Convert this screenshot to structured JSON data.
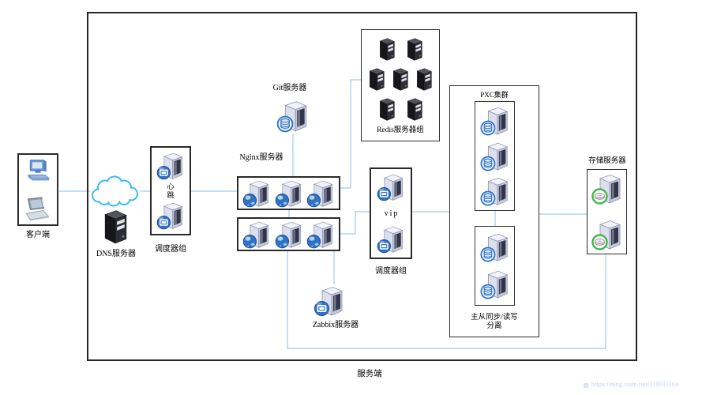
{
  "nodes": {
    "client": {
      "label": "客户端"
    },
    "dns": {
      "label": "DNS服务器"
    },
    "scheduler_group": {
      "label": "调度器组",
      "heartbeat": "心\n跳"
    },
    "git": {
      "label": "Git服务器"
    },
    "nginx": {
      "label": "Nginx服务器"
    },
    "redis_group": {
      "label": "Redis服务器组"
    },
    "vip_group": {
      "label": "调度器组",
      "vip": "vip"
    },
    "zabbix": {
      "label": "Zabbix服务器"
    },
    "pxc": {
      "label": "PXC集群",
      "note": "主从同步/读写\n分离"
    },
    "storage": {
      "label": "存储服务器"
    },
    "server_side": {
      "label": "服务端"
    }
  },
  "watermark": "https://blog.csdn.net/110011104",
  "icons": {
    "client": [
      "desktop-computer-icon",
      "laptop-icon"
    ],
    "network": "cloud-icon",
    "dns": "black-tower-server-icon",
    "scheduler": "server-monitor-badge-icon",
    "git": "server-database-badge-icon",
    "nginx": "server-globe-badge-icon",
    "redis": "black-tower-server-icon",
    "vip": "server-monitor-badge-icon",
    "zabbix": "server-monitor-badge-icon",
    "pxc": "server-database-badge-icon",
    "storage": "server-disk-badge-icon"
  },
  "colors": {
    "line": "#a5c9e8",
    "cloud_outline": "#3abcf2",
    "box_border": "#262626",
    "badge_blue": "#2e72c6",
    "badge_green": "#45b649",
    "tower_black": "#16161b"
  }
}
